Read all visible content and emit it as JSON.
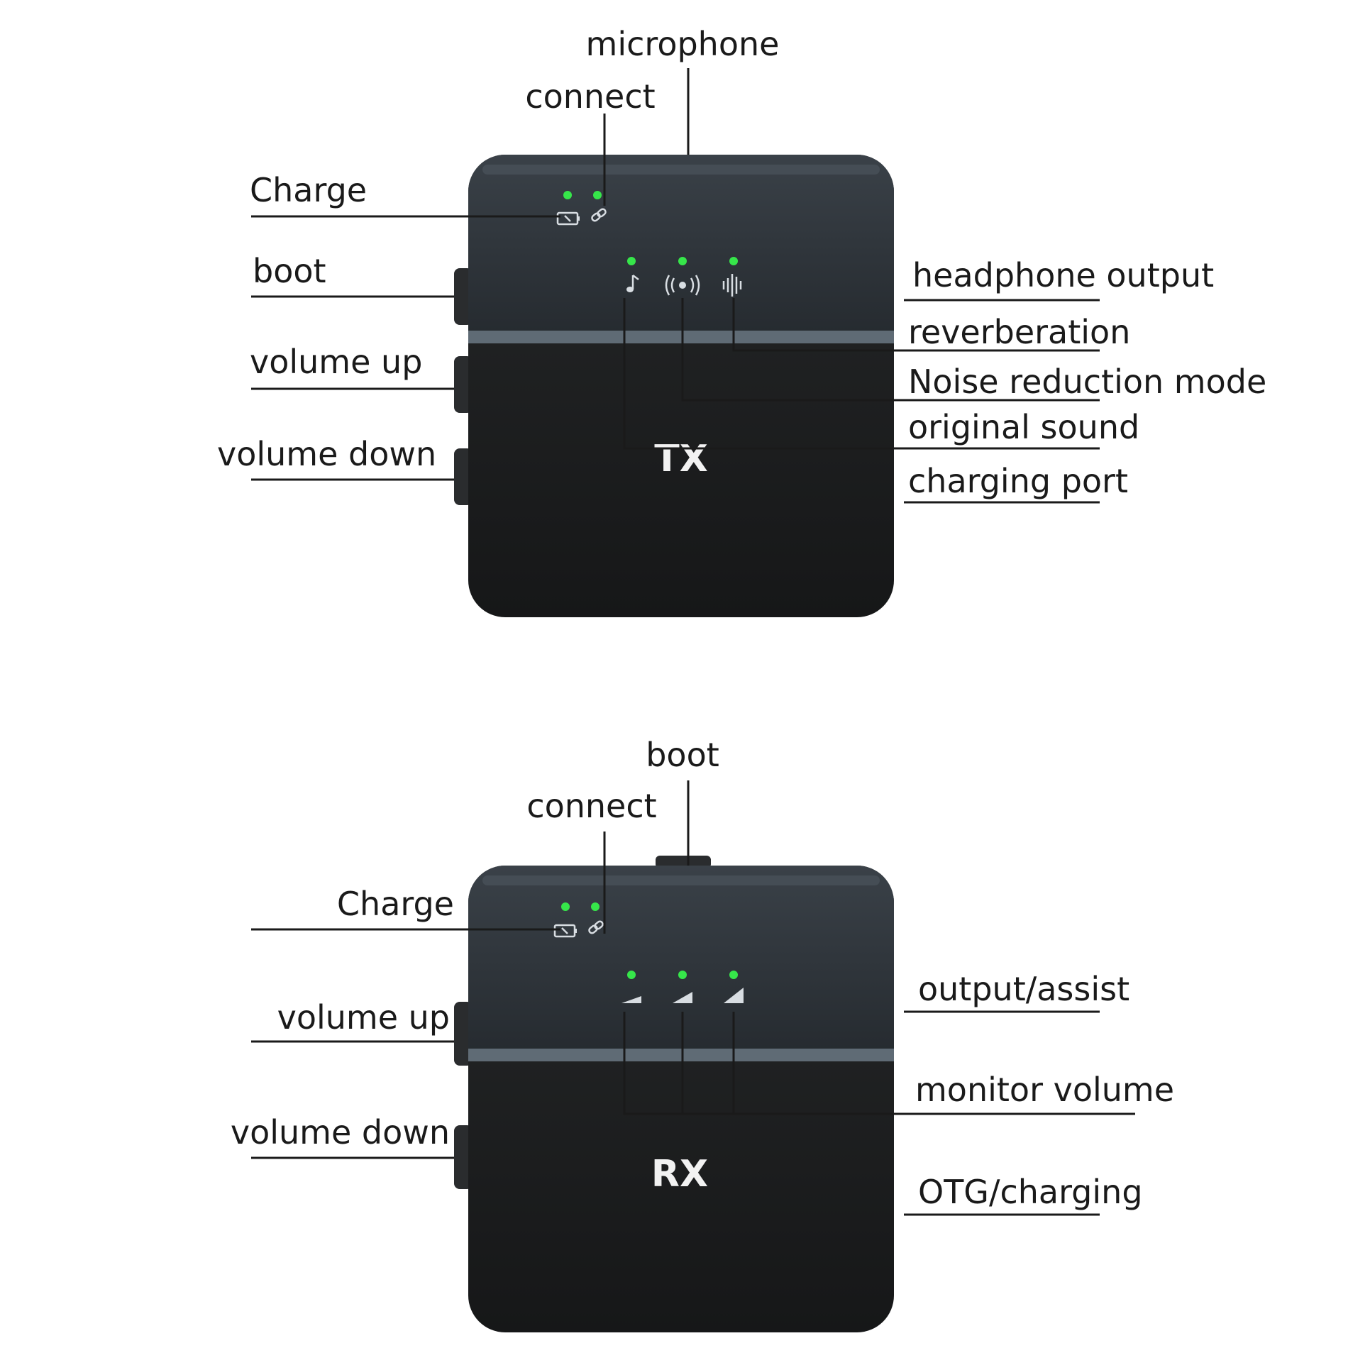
{
  "tx": {
    "title": "TX",
    "labels": {
      "microphone": "microphone",
      "connect": "connect",
      "charge": "Charge",
      "boot": "boot",
      "volume_up": "volume up",
      "volume_down": "volume down",
      "headphone_output": "headphone output",
      "reverberation": "reverberation",
      "noise_reduction_mode": "Noise reduction mode",
      "original_sound": "original sound",
      "charging_port": "charging port"
    }
  },
  "rx": {
    "title": "RX",
    "labels": {
      "boot": "boot",
      "connect": "connect",
      "charge": "Charge",
      "volume_up": "volume up",
      "volume_down": "volume down",
      "output_assist": "output/assist",
      "monitor_volume": "monitor volume",
      "otg_charging": "OTG/charging"
    }
  },
  "colors": {
    "device_body": "#1f2123",
    "device_top": "#2c3238",
    "device_stripe": "#5f6b75",
    "led": "#36e64a"
  }
}
